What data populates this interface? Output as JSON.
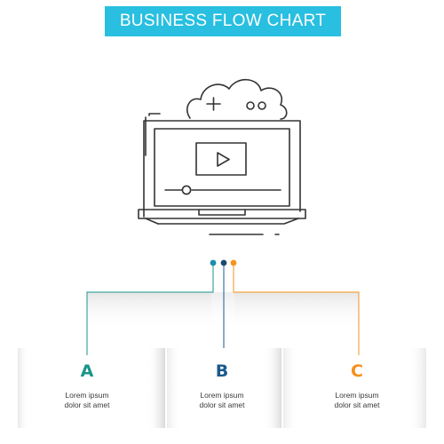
{
  "header": {
    "title": "BUSINESS FLOW CHART"
  },
  "illustration": {
    "icon_name": "laptop-video-cloud-gamepad-icon",
    "stroke_color": "#333333"
  },
  "connector_dots": [
    {
      "color": "#1b8db0"
    },
    {
      "color": "#1a4a6b"
    },
    {
      "color": "#f7941d"
    }
  ],
  "cards": [
    {
      "letter": "A",
      "line1": "Lorem ipsum",
      "line2": "dolor sit amet",
      "accent": "#1a9489"
    },
    {
      "letter": "B",
      "line1": "Lorem ipsum",
      "line2": "dolor sit amet",
      "accent": "#1a5a8c"
    },
    {
      "letter": "C",
      "line1": "Lorem ipsum",
      "line2": "dolor sit amet",
      "accent": "#f5901e"
    }
  ],
  "colors": {
    "banner": "#28bfe0",
    "teal": "#1a9489",
    "navy": "#1a5a8c",
    "orange": "#f5901e",
    "line_dark": "#333333"
  }
}
